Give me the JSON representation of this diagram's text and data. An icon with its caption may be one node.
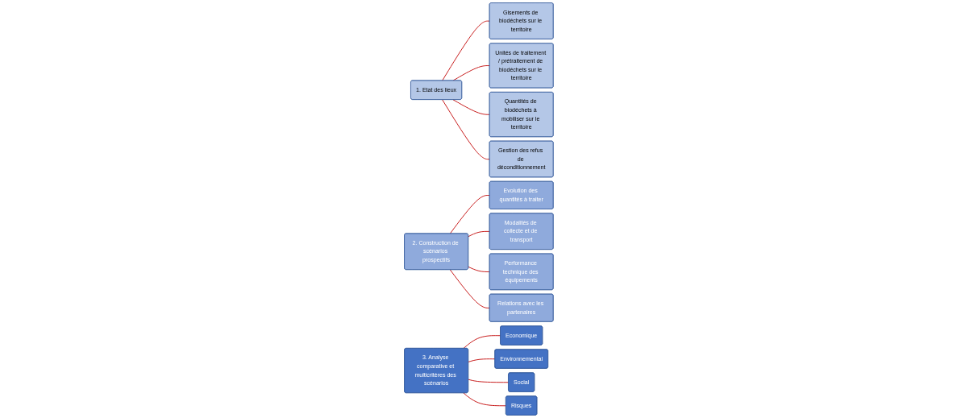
{
  "diagram": {
    "nodes": [
      {
        "text": [
          "1. Etat des lieux"
        ]
      },
      {
        "text": [
          "Gisements de biodéchets sur le territoire"
        ]
      },
      {
        "text": [
          "Unités de traitement / prétraitement de biodéchets sur le territoire"
        ]
      },
      {
        "text": [
          "Quantités de biodéchets à mobiliser sur le territoire"
        ]
      },
      {
        "text": [
          "Gestion des refus de déconditionnement"
        ]
      },
      {
        "text": [
          "2. Construction de scénarios prospectifs"
        ]
      },
      {
        "text": [
          "Evolution des quantités à traiter"
        ]
      },
      {
        "text": [
          "Modalités de collecte et de transport"
        ]
      },
      {
        "text": [
          "Performance technique des équipements"
        ]
      },
      {
        "text": [
          "Relations avec les partenaires"
        ]
      },
      {
        "text": [
          "3. Analyse comparative et multicritères des scénarios"
        ]
      },
      {
        "text": [
          "Economique"
        ]
      },
      {
        "text": [
          "Environnemental"
        ]
      },
      {
        "text": [
          "Social"
        ]
      },
      {
        "text": [
          "Risques"
        ]
      }
    ],
    "edges": [
      {
        "from": 0,
        "to": 1,
        "arrow": "none"
      },
      {
        "from": 0,
        "to": 2,
        "arrow": "none"
      },
      {
        "from": 0,
        "to": 3,
        "arrow": "none"
      },
      {
        "from": 0,
        "to": 4,
        "arrow": "none"
      },
      {
        "from": 5,
        "to": 6,
        "arrow": "none"
      },
      {
        "from": 5,
        "to": 7,
        "arrow": "none"
      },
      {
        "from": 5,
        "to": 8,
        "arrow": "none"
      },
      {
        "from": 5,
        "to": 9,
        "arrow": "none"
      },
      {
        "from": 10,
        "to": 11,
        "arrow": "none"
      },
      {
        "from": 10,
        "to": 12,
        "arrow": "none"
      },
      {
        "from": 10,
        "to": 13,
        "arrow": "none"
      },
      {
        "from": 10,
        "to": 14,
        "arrow": "none"
      }
    ]
  }
}
